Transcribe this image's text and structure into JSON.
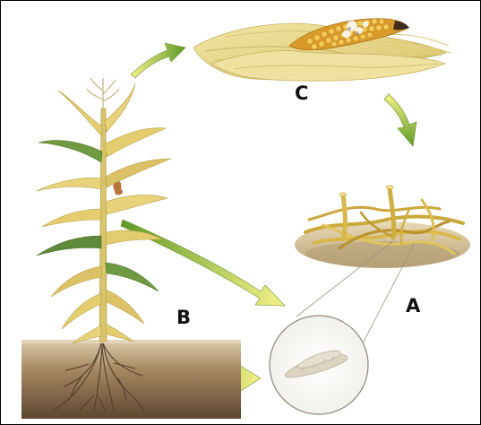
{
  "labels": {
    "a": "A",
    "b": "B",
    "c": "C"
  },
  "colors": {
    "husk": "#ead98a",
    "husk_dark": "#c9b35a",
    "kernel": "#d59a28",
    "kernel_light": "#f0c85a",
    "stalk": "#d4c16a",
    "leaf_yellow": "#e3cd6e",
    "leaf_green": "#5f8a3a",
    "soil_top": "#d9c8a9",
    "soil_bottom": "#6d5234",
    "root": "#5a4230",
    "arrow_start": "#f4ef7a",
    "arrow_end": "#6ea12c",
    "debris": "#c9a93a",
    "spore": "#d8d0be",
    "lens_line": "#9a9088"
  },
  "icons": {
    "ear": "corn-ear-icon",
    "plant": "corn-plant-icon",
    "residue": "crop-residue-icon",
    "spores": "spore-closeup-icon"
  }
}
